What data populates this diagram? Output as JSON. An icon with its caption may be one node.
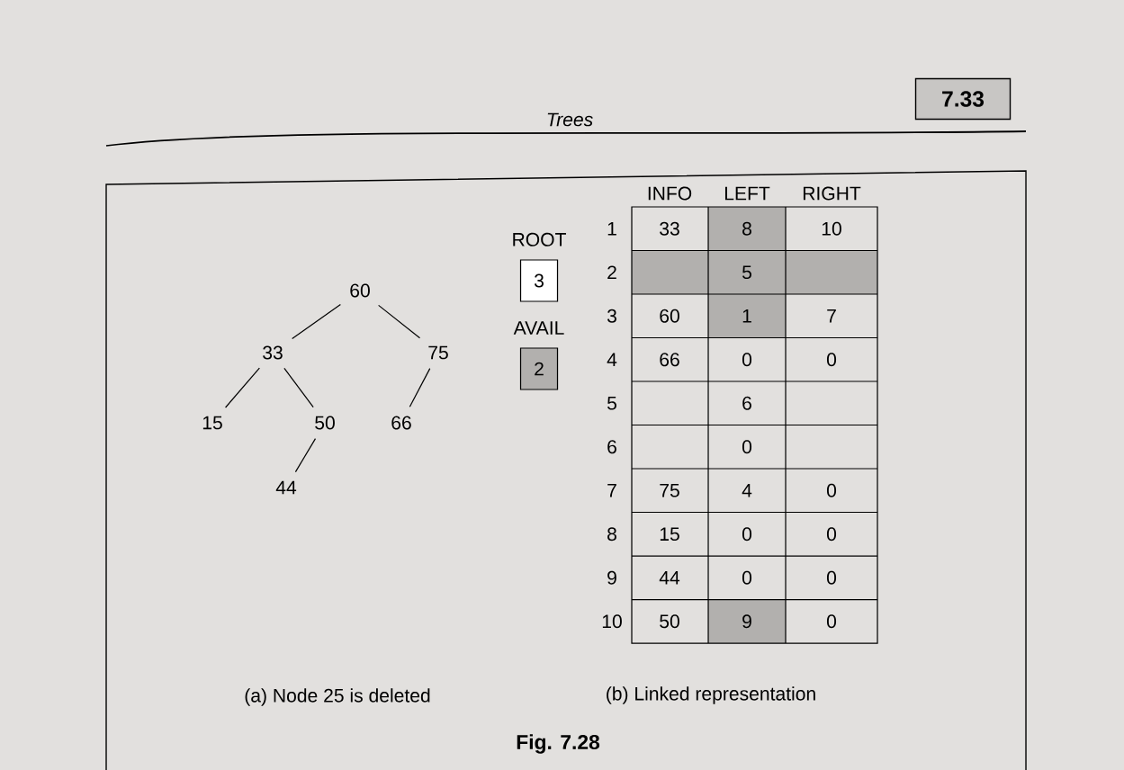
{
  "diagram": {
    "caption": "Fig. 7.28",
    "nodes": [
      {
        "text": [
          "60"
        ]
      },
      {
        "text": [
          "33"
        ]
      },
      {
        "text": [
          "75"
        ]
      },
      {
        "text": [
          "15"
        ]
      },
      {
        "text": [
          "50"
        ]
      },
      {
        "text": [
          "66"
        ]
      },
      {
        "text": [
          "44"
        ]
      },
      {
        "text": [
          "ROOT",
          "3"
        ]
      },
      {
        "text": [
          "AVAIL",
          "2"
        ]
      }
    ],
    "edges": [
      {
        "from": 0,
        "to": 1,
        "arrow": "none"
      },
      {
        "from": 0,
        "to": 2,
        "arrow": "none"
      },
      {
        "from": 1,
        "to": 3,
        "arrow": "none"
      },
      {
        "from": 1,
        "to": 4,
        "arrow": "none"
      },
      {
        "from": 2,
        "to": 5,
        "arrow": "none"
      },
      {
        "from": 4,
        "to": 6,
        "arrow": "none"
      }
    ],
    "labels": [
      "7.33",
      "Trees",
      "INFO",
      "LEFT",
      "RIGHT",
      "1",
      "33",
      "8",
      "10",
      "2",
      "5",
      "3",
      "60",
      "1",
      "7",
      "4",
      "66",
      "0",
      "0",
      "5",
      "6",
      "6",
      "0",
      "7",
      "75",
      "4",
      "0",
      "8",
      "15",
      "0",
      "0",
      "9",
      "44",
      "0",
      "0",
      "10",
      "50",
      "9",
      "0",
      "(a) Node 25 is deleted",
      "(b) Linked representation"
    ]
  }
}
